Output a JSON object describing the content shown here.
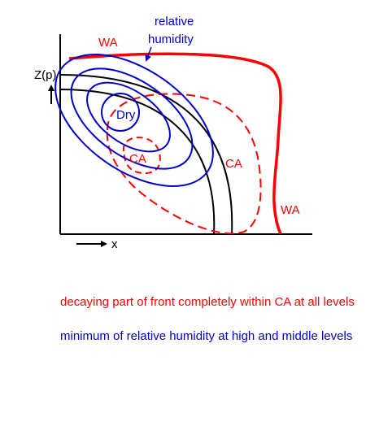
{
  "diagram": {
    "labels": {
      "wa_top": "WA",
      "wa_right": "WA",
      "ca_outer": "CA",
      "ca_inner": "CA",
      "dry": "Dry",
      "rh_line1": "relative",
      "rh_line2": "humidity",
      "z_axis": "Z(p)",
      "x_axis": "x"
    },
    "colors": {
      "warm_air": "#ff0000",
      "cold_air": "#ff0000",
      "humidity": "#0000cc",
      "front": "#000000",
      "axes": "#000000"
    }
  },
  "captions": {
    "red_text": "decaying part of front completely within CA at all levels",
    "blue_text": "minimum of relative humidity at high and middle levels",
    "red_color": "#ff0000",
    "blue_color": "#0000cc"
  }
}
